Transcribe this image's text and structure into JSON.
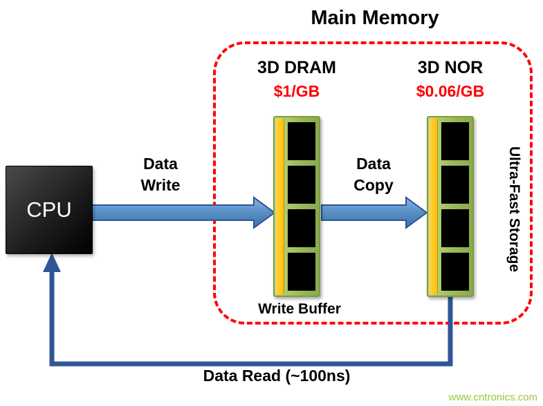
{
  "title": "Main Memory",
  "cpu_label": "CPU",
  "dram": {
    "name": "3D DRAM",
    "price": "$1/GB"
  },
  "nor": {
    "name": "3D NOR",
    "price": "$0.06/GB"
  },
  "captions": {
    "write_buffer": "Write Buffer",
    "ultra_fast": "Ultra-Fast Storage"
  },
  "arrows": {
    "write_line1": "Data",
    "write_line2": "Write",
    "copy_line1": "Data",
    "copy_line2": "Copy",
    "read_label": "Data Read (~100ns)"
  },
  "watermark": "www.cntronics.com",
  "colors": {
    "boundary_red": "#ff0000",
    "price_red": "#ff0000",
    "arrow_fill_light": "#8ab4dd",
    "arrow_fill_dark": "#3a6ea5",
    "arrow_outline": "#2f5597",
    "read_line_blue": "#2f5597",
    "chip_green": "#9bbb59",
    "chip_strip_yellow": "#ffc000",
    "cpu_black": "#1b1b1b",
    "watermark_green": "#9cc43c"
  }
}
